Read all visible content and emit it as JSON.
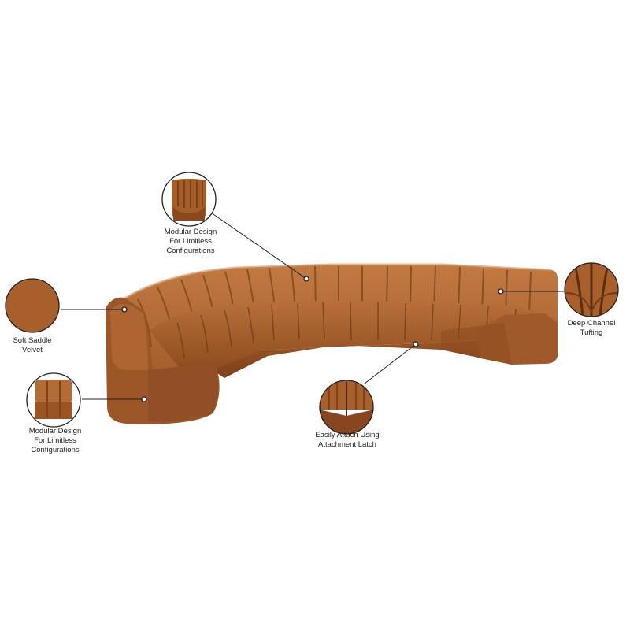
{
  "product": {
    "color_name": "Soft Saddle Velvet",
    "fabric_color": "#a85f2c",
    "fabric_dark": "#7a3f18",
    "fabric_light": "#c47a40"
  },
  "callouts": [
    {
      "id": "modular-top",
      "lines": [
        "Modular Design",
        "For Limitless",
        "Configurations"
      ]
    },
    {
      "id": "velvet",
      "lines": [
        "Soft Saddle",
        "Velvet"
      ]
    },
    {
      "id": "modular-left",
      "lines": [
        "Modular Design",
        "For Limitless",
        "Configurations"
      ]
    },
    {
      "id": "attach",
      "lines": [
        "Easily Attach Using",
        "Attachment Latch"
      ]
    },
    {
      "id": "tufting",
      "lines": [
        "Deep Channel",
        "Tufting"
      ]
    }
  ]
}
